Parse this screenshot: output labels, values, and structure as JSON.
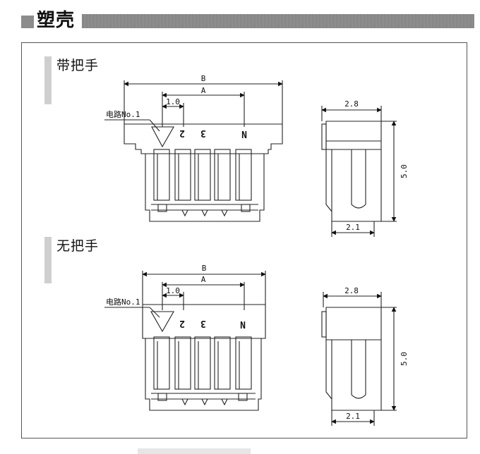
{
  "header": {
    "title": "塑壳"
  },
  "section_with_handle": {
    "title": "带把手",
    "front": {
      "dim_B": "B",
      "dim_A": "A",
      "pitch": "1.0",
      "circuit_label": "电路No.1",
      "pin_2": "2",
      "pin_3": "3",
      "pin_N": "N"
    },
    "side": {
      "width_top": "2.8",
      "height": "5.0",
      "width_bottom": "2.1"
    }
  },
  "section_without_handle": {
    "title": "无把手",
    "front": {
      "dim_B": "B",
      "dim_A": "A",
      "pitch": "1.0",
      "circuit_label": "电路No.1",
      "pin_2": "2",
      "pin_3": "3",
      "pin_N": "N"
    },
    "side": {
      "width_top": "2.8",
      "height": "5.0",
      "width_bottom": "2.1"
    }
  }
}
